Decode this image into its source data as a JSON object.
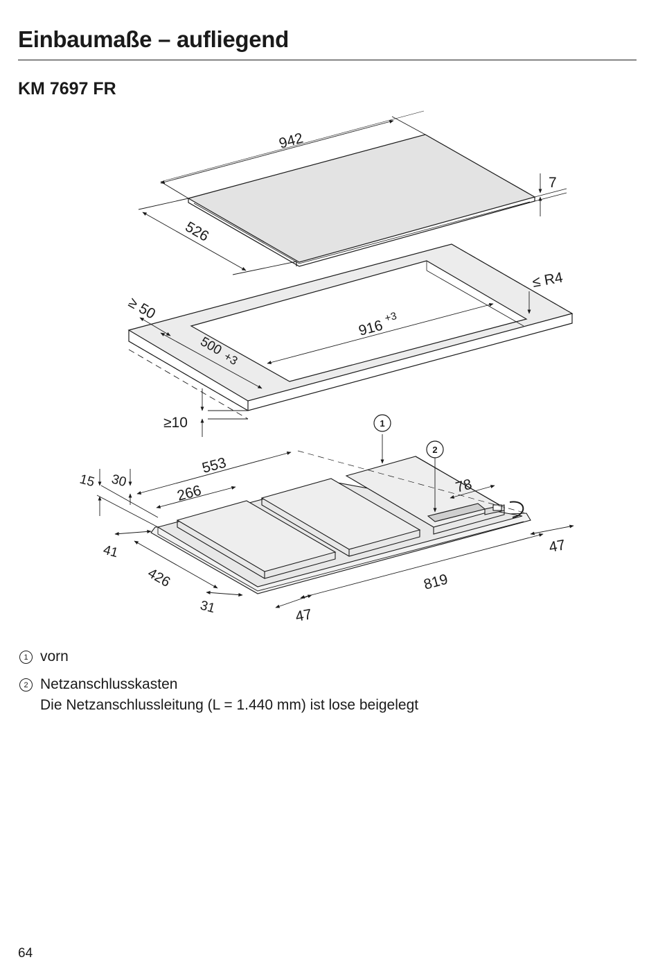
{
  "header": {
    "section_title": "Einbaumaße – aufliegend",
    "model": "KM 7697 FR"
  },
  "drawing": {
    "top_view": {
      "width": "942",
      "depth": "526",
      "height": "7"
    },
    "cutout": {
      "radius": "≤ R4",
      "distance_back": "≥ 50",
      "width": "916",
      "width_tolerance": "+3",
      "depth": "500",
      "depth_tolerance": "+3",
      "min_distance_below": "≥10"
    },
    "bottom_view": {
      "marker_1": "1",
      "marker_2": "2",
      "dim_553": "553",
      "dim_266": "266",
      "dim_15": "15",
      "dim_30": "30",
      "dim_78": "78",
      "dim_41": "41",
      "dim_426": "426",
      "dim_31": "31",
      "dim_47_right": "47",
      "dim_819": "819",
      "dim_47_bottom": "47"
    }
  },
  "legend": [
    {
      "number": "1",
      "text": "vorn"
    },
    {
      "number": "2",
      "text": "Netzanschlusskasten",
      "text2": "Die Netzanschlussleitung (L = 1.440 mm) ist lose beigelegt"
    }
  ],
  "footer": {
    "page_number": "64"
  }
}
